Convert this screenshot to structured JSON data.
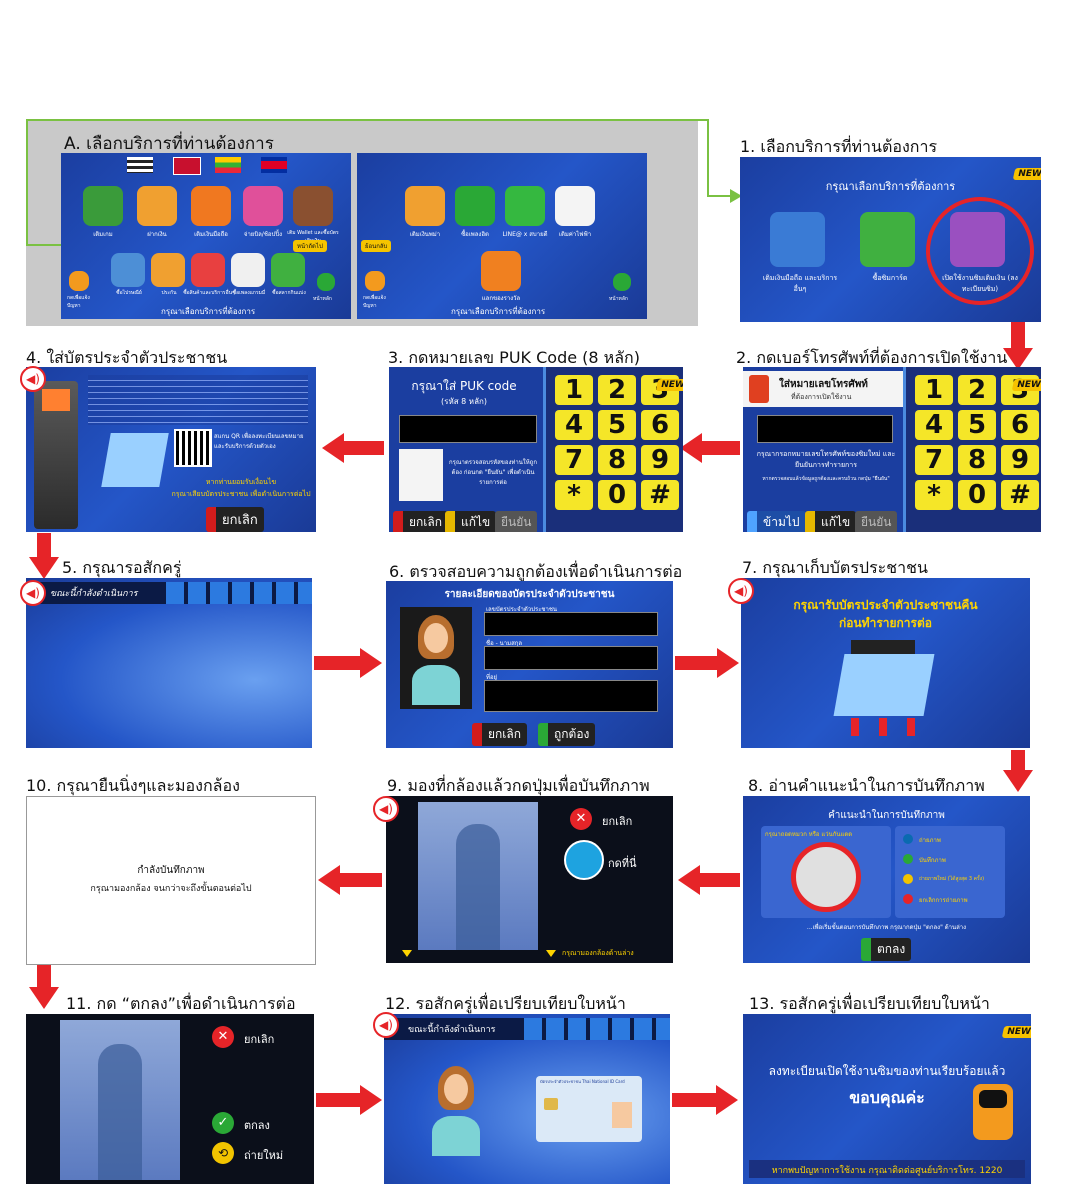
{
  "steps": {
    "a": {
      "title": "A. เลือกบริการที่ท่านต้องการ",
      "left_footer": "กรุณาเลือกบริการที่ต้องการ",
      "right_footer": "กรุณาเลือกบริการที่ต้องการ",
      "prev_label": "ย้อนกลับ",
      "next_label": "หน้าถัดไป",
      "help_label": "กดเพื่อแจ้งปัญหา",
      "main_label": "หน้าหลัก",
      "tiles_row1": [
        "เติมเกม",
        "ฝากเงิน",
        "เติมเงินมือถือ",
        "จ่ายบิล/ช้อปปิ้ง",
        "เติม Wallet และซื้อบัตรเติมเงิน"
      ],
      "tiles_row2": [
        "ซื้อไปรษณีย์",
        "ประกัน",
        "ซื้อสินค้าและบริการอื่นๆ",
        "ซื้อเพลงแกรมมี่",
        "ซื้อสลากกินแบ่ง"
      ],
      "tiles_right": [
        "เติมเงินพม่า",
        "ซื้อเพลงฮิต",
        "LINE@ x สบายดี",
        "เติมค่าไฟฟ้า"
      ],
      "gift_label": "แลกของรางวัล"
    },
    "s1": {
      "title": "1. เลือกบริการที่ท่านต้องการ",
      "header": "กรุณาเลือกบริการที่ต้องการ",
      "opt1": "เติมเงินมือถือ และบริการอื่นๆ",
      "opt2": "ซื้อซิมการ์ด",
      "opt3": "เปิดใช้งานซิมเติมเงิน (ลงทะเบียนซิม)",
      "badge": "NEW"
    },
    "s2": {
      "title": "2. กดเบอร์โทรศัพท์ที่ต้องการเปิดใช้งาน",
      "header": "ใส่หมายเลขโทรศัพท์",
      "subheader": "ที่ต้องการเปิดใช้งาน",
      "instruction": "กรุณากรอกหมายเลขโทรศัพท์ของซิมใหม่ และยืนยันการทำรายการ",
      "instruction2": "หากตรวจสอบแล้วข้อมูลถูกต้องและครบถ้วน กดปุ่ม \"ยืนยัน\"",
      "skip": "ข้ามไป",
      "fix": "แก้ไข",
      "confirm": "ยืนยัน",
      "badge": "NEW"
    },
    "s3": {
      "title": "3. กดหมายเลข PUK Code (8 หลัก)",
      "header": "กรุณาใส่ PUK code",
      "subheader": "(รหัส 8 หลัก)",
      "instruction": "กรุณาตรวจสอบรหัสของท่านให้ถูกต้อง ก่อนกด \"ยืนยัน\" เพื่อดำเนินรายการต่อ",
      "cancel": "ยกเลิก",
      "fix": "แก้ไข",
      "confirm": "ยืนยัน",
      "badge": "NEW"
    },
    "s4": {
      "title": "4. ใส่บัตรประจำตัวประชาชน",
      "qr_text": "สแกน QR เพื่อลงทะเบียนเลขหมายและรับบริการด้วยตัวเอง",
      "footer1": "หากท่านยอมรับเงื่อนไข",
      "footer2": "กรุณาเสียบบัตรประชาชน เพื่อดำเนินการต่อไป",
      "cancel": "ยกเลิก"
    },
    "s5": {
      "title": "5. กรุณารอสักครู่",
      "banner": "ขณะนี้กำลังดำเนินการ"
    },
    "s6": {
      "title": "6. ตรวจสอบความถูกต้องเพื่อดำเนินการต่อ",
      "header": "รายละเอียดของบัตรประจำตัวประชาชน",
      "label_id": "เลขบัตรประจำตัวประชาชน",
      "label_name": "ชื่อ - นามสกุล",
      "label_addr": "ที่อยู่",
      "cancel": "ยกเลิก",
      "ok": "ถูกต้อง"
    },
    "s7": {
      "title": "7. กรุณาเก็บบัตรประชาชน",
      "line1": "กรุณารับบัตรประจำตัวประชาชนคืน",
      "line2": "ก่อนทำรายการต่อ"
    },
    "s8": {
      "title": "8. อ่านคำแนะนำในการบันทึกภาพ",
      "header": "คำแนะนำในการบันทึกภาพ",
      "warn": "กรุณาถอดหมวก หรือ แว่นกันแดด",
      "items": [
        "ถ่ายภาพ",
        "บันทึกภาพ",
        "ถ่ายภาพใหม่ (ได้สูงสุด 3 ครั้ง)",
        "ยกเลิกการถ่ายภาพ"
      ],
      "footer": "...เพื่อเริ่มขั้นตอนการบันทึกภาพ กรุณากดปุ่ม \"ตกลง\" ด้านล่าง",
      "ok": "ตกลง"
    },
    "s9": {
      "title": "9. มองที่กล้องแล้วกดปุ่มเพื่อบันทึกภาพ",
      "cancel": "ยกเลิก",
      "shoot": "กดที่นี่",
      "hint": "กรุณามองกล้องด้านล่าง"
    },
    "s10": {
      "title": "10. กรุณายืนนิ่งๆและมองกล้อง",
      "line1": "กำลังบันทึกภาพ",
      "line2": "กรุณามองกล้อง จนกว่าจะถึงขั้นตอนต่อไป"
    },
    "s11": {
      "title": "11. กด “ตกลง”เพื่อดำเนินการต่อ",
      "cancel": "ยกเลิก",
      "ok": "ตกลง",
      "retake": "ถ่ายใหม่"
    },
    "s12": {
      "title": "12. รอสักครู่เพื่อเปรียบเทียบใบหน้า",
      "banner": "ขณะนี้กำลังดำเนินการ",
      "card_header": "บัตรประจำตัวประชาชน Thai National ID Card"
    },
    "s13": {
      "title": "13. รอสักครู่เพื่อเปรียบเทียบใบหน้า",
      "line1": "ลงทะเบียนเปิดใช้งานซิมของท่านเรียบร้อยแล้ว",
      "line2": "ขอบคุณค่ะ",
      "footer": "หากพบปัญหาการใช้งาน กรุณาติดต่อศูนย์บริการโทร. 1220",
      "badge": "NEW"
    }
  },
  "keypad": [
    "1",
    "2",
    "3",
    "4",
    "5",
    "6",
    "7",
    "8",
    "9",
    "*",
    "0",
    "#"
  ],
  "colors": {
    "arrow": "#e62428",
    "screen_blue": "#2456c8",
    "keypad_yellow": "#f5e628",
    "badge": "#f7c200",
    "connector_green": "#7ac142"
  }
}
